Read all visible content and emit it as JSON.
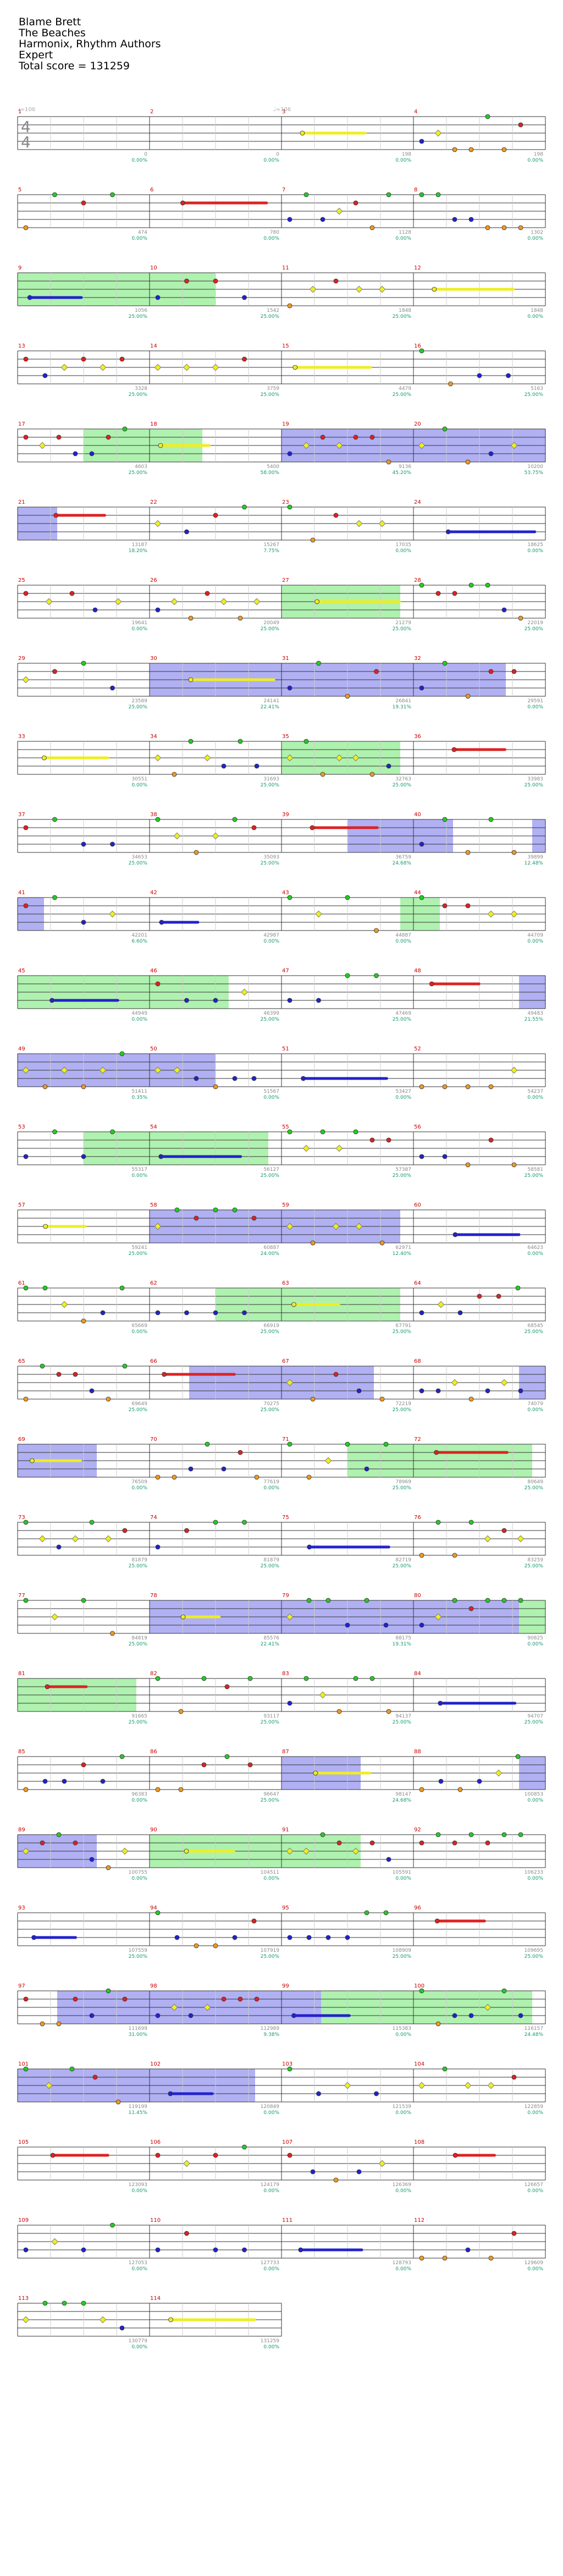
{
  "header": {
    "song_title": "Blame Brett",
    "artist": "The Beaches",
    "charter": "Harmonix, Rhythm Authors",
    "difficulty": "Expert",
    "total_score_text": "Total score = 131259"
  },
  "tempo_markers": [
    "♩=106",
    "♩=106"
  ],
  "time_signature": [
    "4",
    "4"
  ],
  "colors": {
    "label": "#cc0000",
    "score": "#8a8a8a",
    "percent": "#159a6e",
    "grid": "#999999",
    "staff": "#333333",
    "sp_fill": "#a7a7f2",
    "solo_fill": "#a6f0a6",
    "green": "#22cc22",
    "red": "#dd2222",
    "yellow": "#eeee22",
    "blue": "#2222cc",
    "orange": "#ee9922",
    "olive": "#999933",
    "brown": "#994422",
    "purple": "#992299"
  },
  "measures": [
    {
      "n": 1,
      "s": 0,
      "p": "0.00%"
    },
    {
      "n": 2,
      "s": 0,
      "p": "0.00%"
    },
    {
      "n": 3,
      "s": 198,
      "p": "0.00%"
    },
    {
      "n": 4,
      "s": 198,
      "p": "0.00%"
    },
    {
      "n": 5,
      "s": 474,
      "p": "0.00%"
    },
    {
      "n": 6,
      "s": 780,
      "p": "0.00%"
    },
    {
      "n": 7,
      "s": 1128,
      "p": "0.00%"
    },
    {
      "n": 8,
      "s": 1302,
      "p": "0.00%"
    },
    {
      "n": 9,
      "s": 1056,
      "p": "25.00%"
    },
    {
      "n": 10,
      "s": 1542,
      "p": "25.00%"
    },
    {
      "n": 11,
      "s": 1848,
      "p": "25.00%"
    },
    {
      "n": 12,
      "s": 1848,
      "p": "0.00%"
    },
    {
      "n": 13,
      "s": 3328,
      "p": "25.00%"
    },
    {
      "n": 14,
      "s": 3759,
      "p": "25.00%"
    },
    {
      "n": 15,
      "s": 4479,
      "p": "25.00%"
    },
    {
      "n": 16,
      "s": 5163,
      "p": "25.00%"
    },
    {
      "n": 17,
      "s": 4603,
      "p": "25.00%"
    },
    {
      "n": 18,
      "s": 5400,
      "p": "58.00%"
    },
    {
      "n": 19,
      "s": 9136,
      "p": "45.20%"
    },
    {
      "n": 20,
      "s": 10200,
      "p": "53.75%"
    },
    {
      "n": 21,
      "s": 13187,
      "p": "18.20%"
    },
    {
      "n": 22,
      "s": 15267,
      "p": "7.75%"
    },
    {
      "n": 23,
      "s": 17035,
      "p": "0.00%"
    },
    {
      "n": 24,
      "s": 18625,
      "p": "0.00%"
    },
    {
      "n": 25,
      "s": 19641,
      "p": "0.00%"
    },
    {
      "n": 26,
      "s": 20049,
      "p": "25.00%"
    },
    {
      "n": 27,
      "s": 21279,
      "p": "25.00%"
    },
    {
      "n": 28,
      "s": 22019,
      "p": "25.00%"
    },
    {
      "n": 29,
      "s": 23589,
      "p": "25.00%"
    },
    {
      "n": 30,
      "s": 24141,
      "p": "22.41%"
    },
    {
      "n": 31,
      "s": 26841,
      "p": "19.31%"
    },
    {
      "n": 32,
      "s": 29591,
      "p": "0.00%"
    },
    {
      "n": 33,
      "s": 30551,
      "p": "0.00%"
    },
    {
      "n": 34,
      "s": 31693,
      "p": "25.00%"
    },
    {
      "n": 35,
      "s": 32763,
      "p": "25.00%"
    },
    {
      "n": 36,
      "s": 33983,
      "p": "25.00%"
    },
    {
      "n": 37,
      "s": 34653,
      "p": "25.00%"
    },
    {
      "n": 38,
      "s": 35093,
      "p": "25.00%"
    },
    {
      "n": 39,
      "s": 36759,
      "p": "24.68%"
    },
    {
      "n": 40,
      "s": 39899,
      "p": "12.48%"
    },
    {
      "n": 41,
      "s": 42201,
      "p": "6.60%"
    },
    {
      "n": 42,
      "s": 42987,
      "p": "0.00%"
    },
    {
      "n": 43,
      "s": 44887,
      "p": "0.00%"
    },
    {
      "n": 44,
      "s": 44709,
      "p": "0.00%"
    },
    {
      "n": 45,
      "s": 44949,
      "p": "0.00%"
    },
    {
      "n": 46,
      "s": 46399,
      "p": "25.00%"
    },
    {
      "n": 47,
      "s": 47469,
      "p": "25.00%"
    },
    {
      "n": 48,
      "s": 49483,
      "p": "21.55%"
    },
    {
      "n": 49,
      "s": 51411,
      "p": "0.35%"
    },
    {
      "n": 50,
      "s": 51567,
      "p": "0.00%"
    },
    {
      "n": 51,
      "s": 53427,
      "p": "0.00%"
    },
    {
      "n": 52,
      "s": 54237,
      "p": "0.00%"
    },
    {
      "n": 53,
      "s": 55317,
      "p": "0.00%"
    },
    {
      "n": 54,
      "s": 56127,
      "p": "25.00%"
    },
    {
      "n": 55,
      "s": 57387,
      "p": "25.00%"
    },
    {
      "n": 56,
      "s": 58581,
      "p": "25.00%"
    },
    {
      "n": 57,
      "s": 59241,
      "p": "25.00%"
    },
    {
      "n": 58,
      "s": 60887,
      "p": "24.00%"
    },
    {
      "n": 59,
      "s": 62971,
      "p": "12.40%"
    },
    {
      "n": 60,
      "s": 64623,
      "p": "0.00%"
    },
    {
      "n": 61,
      "s": 65669,
      "p": "0.00%"
    },
    {
      "n": 62,
      "s": 66919,
      "p": "25.00%"
    },
    {
      "n": 63,
      "s": 67791,
      "p": "25.00%"
    },
    {
      "n": 64,
      "s": 68545,
      "p": "25.00%"
    },
    {
      "n": 65,
      "s": 69649,
      "p": "25.00%"
    },
    {
      "n": 66,
      "s": 70275,
      "p": "25.00%"
    },
    {
      "n": 67,
      "s": 72219,
      "p": "25.00%"
    },
    {
      "n": 68,
      "s": 74079,
      "p": "0.00%"
    },
    {
      "n": 69,
      "s": 76509,
      "p": "0.00%"
    },
    {
      "n": 70,
      "s": 77619,
      "p": "0.00%"
    },
    {
      "n": 71,
      "s": 78969,
      "p": "25.00%"
    },
    {
      "n": 72,
      "s": 80649,
      "p": "25.00%"
    },
    {
      "n": 73,
      "s": 81879,
      "p": "25.00%"
    },
    {
      "n": 74,
      "s": 81879,
      "p": "25.00%"
    },
    {
      "n": 75,
      "s": 82719,
      "p": "25.00%"
    },
    {
      "n": 76,
      "s": 83259,
      "p": "25.00%"
    },
    {
      "n": 77,
      "s": 84819,
      "p": "25.00%"
    },
    {
      "n": 78,
      "s": 85576,
      "p": "22.41%"
    },
    {
      "n": 79,
      "s": 88175,
      "p": "19.31%"
    },
    {
      "n": 80,
      "s": 90825,
      "p": "0.00%"
    },
    {
      "n": 81,
      "s": 91665,
      "p": "25.00%"
    },
    {
      "n": 82,
      "s": 93117,
      "p": "25.00%"
    },
    {
      "n": 83,
      "s": 94137,
      "p": "25.00%"
    },
    {
      "n": 84,
      "s": 94707,
      "p": "25.00%"
    },
    {
      "n": 85,
      "s": 96383,
      "p": "0.00%"
    },
    {
      "n": 86,
      "s": 96647,
      "p": "25.00%"
    },
    {
      "n": 87,
      "s": 98147,
      "p": "24.68%"
    },
    {
      "n": 88,
      "s": 100853,
      "p": "0.00%"
    },
    {
      "n": 89,
      "s": 100755,
      "p": "0.00%"
    },
    {
      "n": 90,
      "s": 104511,
      "p": "0.00%"
    },
    {
      "n": 91,
      "s": 105591,
      "p": "0.00%"
    },
    {
      "n": 92,
      "s": 106233,
      "p": "0.00%"
    },
    {
      "n": 93,
      "s": 107559,
      "p": "25.00%"
    },
    {
      "n": 94,
      "s": 107919,
      "p": "25.00%"
    },
    {
      "n": 95,
      "s": 108909,
      "p": "25.00%"
    },
    {
      "n": 96,
      "s": 109695,
      "p": "25.00%"
    },
    {
      "n": 97,
      "s": 111699,
      "p": "31.00%"
    },
    {
      "n": 98,
      "s": 112989,
      "p": "9.38%"
    },
    {
      "n": 99,
      "s": 115383,
      "p": "0.00%"
    },
    {
      "n": 100,
      "s": 116157,
      "p": "24.48%"
    },
    {
      "n": 101,
      "s": 119199,
      "p": "11.45%"
    },
    {
      "n": 102,
      "s": 120849,
      "p": "0.00%"
    },
    {
      "n": 103,
      "s": 121539,
      "p": "0.00%"
    },
    {
      "n": 104,
      "s": 122859,
      "p": "0.00%"
    },
    {
      "n": 105,
      "s": 123093,
      "p": "0.00%"
    },
    {
      "n": 106,
      "s": 124179,
      "p": "0.00%"
    },
    {
      "n": 107,
      "s": 126369,
      "p": "0.00%"
    },
    {
      "n": 108,
      "s": 126657,
      "p": "0.00%"
    },
    {
      "n": 109,
      "s": 127053,
      "p": "0.00%"
    },
    {
      "n": 110,
      "s": 127733,
      "p": "0.00%"
    },
    {
      "n": 111,
      "s": 128793,
      "p": "0.00%"
    },
    {
      "n": 112,
      "s": 129609,
      "p": "0.00%"
    },
    {
      "n": 113,
      "s": 130779,
      "p": "0.00%"
    },
    {
      "n": 114,
      "s": 131259,
      "p": "0.00%"
    }
  ],
  "star_power_ranges": [
    [
      19,
      21.3
    ],
    [
      30,
      32.7
    ],
    [
      39.5,
      40.3
    ],
    [
      40.9,
      41.2
    ],
    [
      48.8,
      50.5
    ],
    [
      58,
      59.9
    ],
    [
      66.3,
      67.7
    ],
    [
      68.8,
      69.6
    ],
    [
      78,
      80.8
    ],
    [
      87,
      87.6
    ],
    [
      88.8,
      89.6
    ],
    [
      97.3,
      99.3
    ],
    [
      101,
      102.8
    ]
  ],
  "solo_ranges": [
    [
      9,
      10.5
    ],
    [
      17.5,
      18.4
    ],
    [
      27,
      27.9
    ],
    [
      35,
      35.9
    ],
    [
      43.9,
      44.2
    ],
    [
      45,
      46.6
    ],
    [
      53.5,
      54.9
    ],
    [
      62.5,
      63.9
    ],
    [
      71.5,
      72.9
    ],
    [
      80.8,
      81.9
    ],
    [
      90,
      91.6
    ],
    [
      99.3,
      100.9
    ]
  ]
}
